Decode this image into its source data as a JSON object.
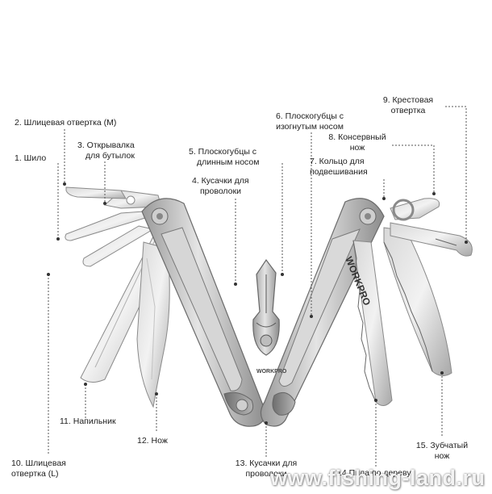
{
  "labels": {
    "l1": "1. Шило",
    "l2": "2. Шлицевая отвертка (M)",
    "l3a": "3. Открывалка",
    "l3b": "для бутылок",
    "l4a": "4. Кусачки для",
    "l4b": "проволоки",
    "l5a": "5. Плоскогубцы с",
    "l5b": "длинным носом",
    "l6a": "6. Плоскогубцы с",
    "l6b": "изогнутым носом",
    "l7a": "7. Кольцо для",
    "l7b": "подвешивания",
    "l8a": "8. Консервный",
    "l8b": "нож",
    "l9a": "9. Крестовая",
    "l9b": "отвертка",
    "l10a": "10. Шлицевая",
    "l10b": "отвертка (L)",
    "l11": "11. Напильник",
    "l12": "12. Нож",
    "l13a": "13. Кусачки для",
    "l13b": "проволоки",
    "l14": "14.Пила по дереву",
    "l15a": "15. Зубчатый",
    "l15b": "нож"
  },
  "brand_text": "WORKPRO",
  "watermark": "www.fishing-land.ru"
}
